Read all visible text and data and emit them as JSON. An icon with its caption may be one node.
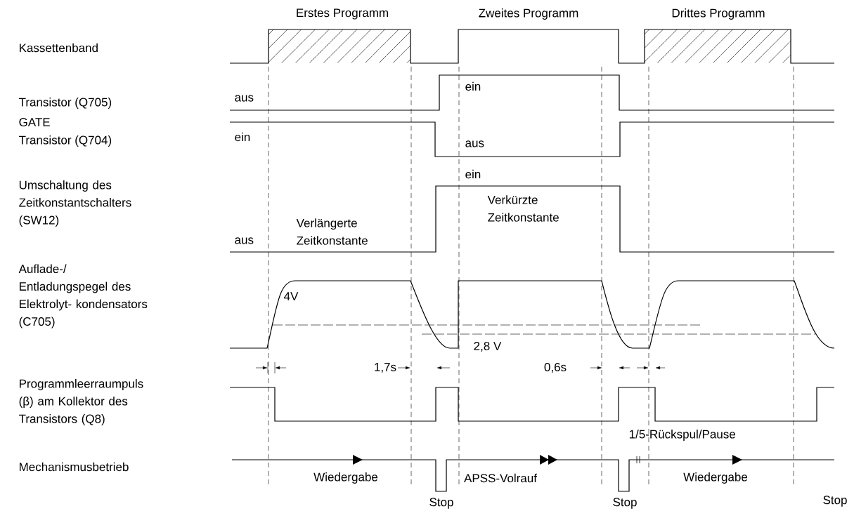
{
  "diagram": {
    "labels": [
      "Erstes Programm",
      "Zweites Programm",
      "Drittes Programm",
      "Kassettenband",
      "Transistor (Q705)",
      "aus",
      "ein",
      "GATE",
      "Transistor (Q704)",
      "ein",
      "aus",
      "ein",
      "Verkürzte Zeitkonstante",
      "Umschaltung des Zeitkonstantschalters (SW12)",
      "Verlängerte Zeitkonstante",
      "aus",
      "Auflade-/ Entladungspegel des Elektrolyt- kondensators (C705)",
      "4V",
      "2,8 V",
      "1,7s",
      "0,6s",
      "Programmleerraumpuls (β) am Kollektor des Transistors (Q8)",
      "1/5-Rückspul/Pause",
      "Mechanismusbetrieb",
      "Wiedergabe",
      "APSS-Volrauf",
      "Wiedergabe",
      "Stop",
      "Stop",
      "Stop"
    ]
  }
}
